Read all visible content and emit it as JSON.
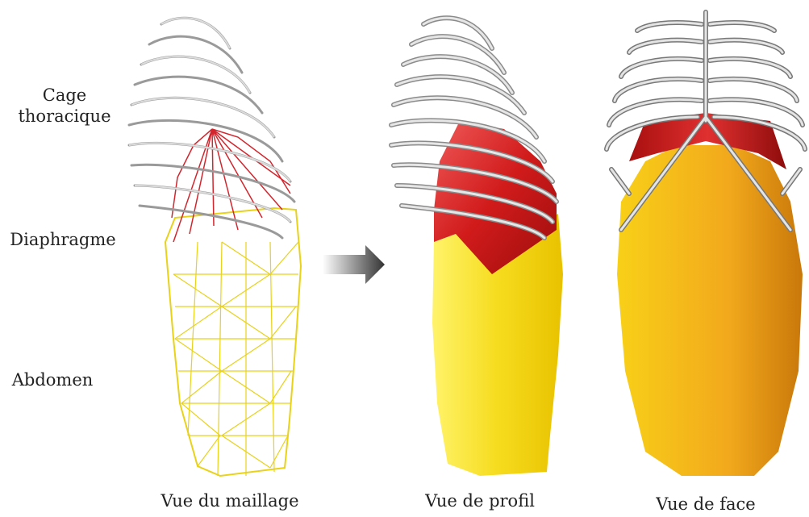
{
  "side_labels": {
    "cage_line1": "Cage",
    "cage_line2": "thoracique",
    "diaphragm": "Diaphragme",
    "abdomen": "Abdomen"
  },
  "captions": {
    "mesh": "Vue du maillage",
    "profile": "Vue de profil",
    "front": "Vue de face"
  },
  "colors": {
    "rib": "#c8c8c8",
    "rib_dark": "#8a8a8a",
    "diaphragm_red": "#d11b1b",
    "abdomen_yellow": "#f6dc1e",
    "abdomen_orange": "#f2a91c",
    "mesh_yellow": "#e8d21a",
    "mesh_red": "#d2262e"
  }
}
